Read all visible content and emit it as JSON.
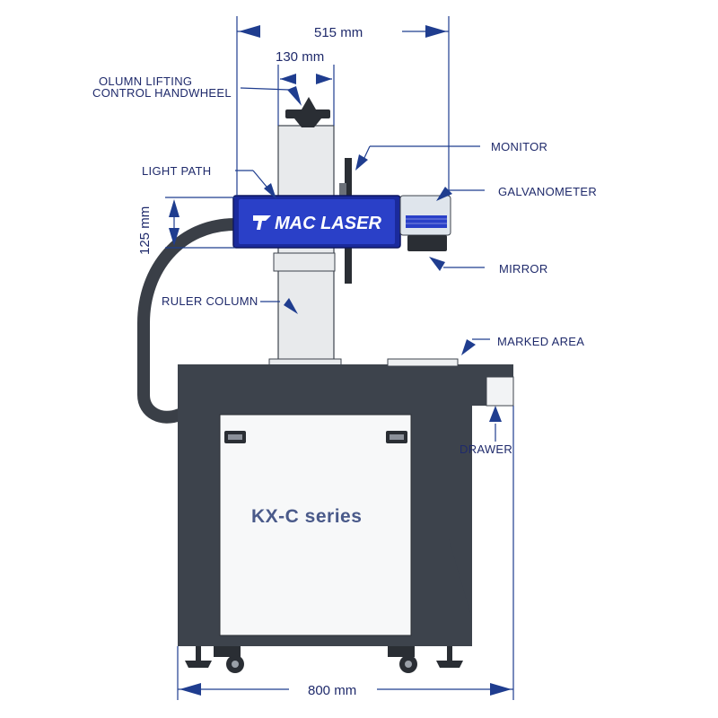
{
  "dimensions": {
    "total_width": "515 mm",
    "column_width": "130 mm",
    "head_height": "125 mm",
    "base_width": "800 mm"
  },
  "labels": {
    "handwheel_line1": "OLUMN LIFTING",
    "handwheel_line2": "CONTROL HANDWHEEL",
    "light_path": "LIGHT PATH",
    "monitor": "MONITOR",
    "galvanometer": "GALVANOMETER",
    "mirror": "MIRROR",
    "ruler_column": "RULER COLUMN",
    "marked_area": "MARKED AREA",
    "drawer": "DRAWER"
  },
  "brand": "MAC LASER",
  "series": "KX-C series",
  "colors": {
    "accent": "#1f3d8f",
    "label_text": "#1f2a6b",
    "head_blue": "#2a40c8",
    "cabinet": "#3d434c",
    "column": "#e8eaec",
    "panel": "#f7f8f9"
  }
}
